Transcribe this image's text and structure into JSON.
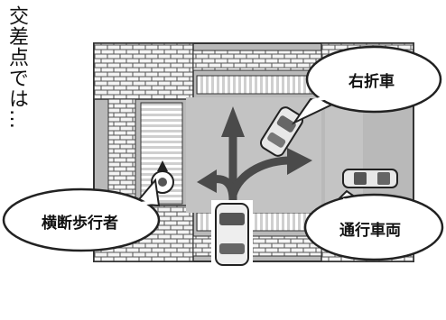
{
  "title": "交差点では…",
  "labels": {
    "right_turn_car": "右折車",
    "pedestrian": "横断歩行者",
    "through_car": "通行車両"
  }
}
